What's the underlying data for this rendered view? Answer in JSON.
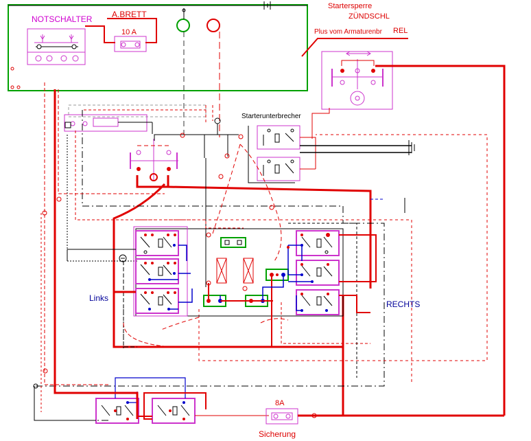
{
  "labels": {
    "notschalter": "NOTSCHALTER",
    "abrett": "A.BRETT",
    "fuse_10a": "10 A",
    "startersperre": "Startersperre",
    "zuendschl": "ZÜNDSCHL",
    "plus_armaturenbr": "Plus vom Armaturenbr",
    "rel": "REL",
    "starterunterbrecher": "Starterunterbrecher",
    "links": "Links",
    "rechts": "RECHTS",
    "fuse_8a": "8A",
    "sicherung": "Sicherung"
  },
  "colors": {
    "power": "#e00000",
    "ground": "#000000",
    "signal": "#0000cc",
    "relay": "#cc33cc",
    "panel": "#00a000",
    "label_magenta": "#d000d0",
    "label_blue": "#000099",
    "label_red": "#dd0000"
  }
}
